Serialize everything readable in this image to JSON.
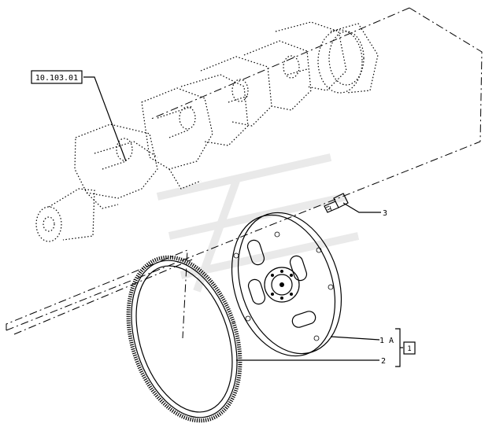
{
  "callouts": {
    "crankshaft_ref": "10.103.01",
    "bolt": "3",
    "flywheel": "1 A",
    "ring_gear": "2",
    "assembly": "1"
  }
}
